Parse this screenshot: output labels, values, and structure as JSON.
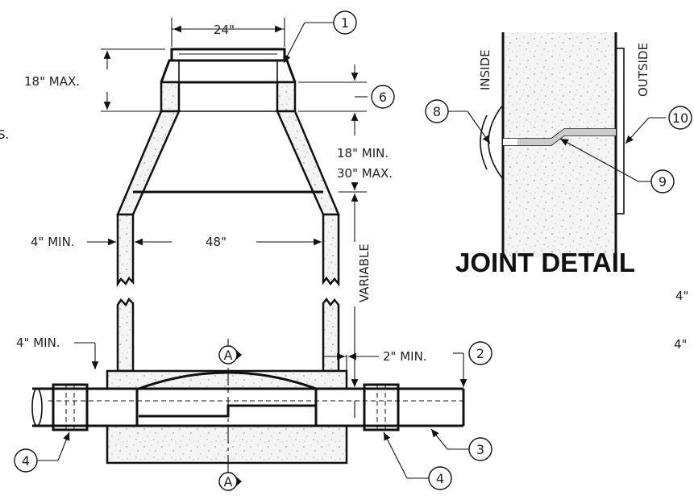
{
  "dimensions": {
    "top_opening": "24\"",
    "cone_height": "18\" MAX.",
    "grade_ring_min": "18\" MIN.",
    "grade_ring_max": "30\" MAX.",
    "wall_thickness": "4\" MIN.",
    "barrel_diameter": "48\"",
    "variable": "VARIABLE",
    "base_thickness": "4\" MIN.",
    "pipe_clearance": "2\" MIN."
  },
  "section_labels": [
    "A",
    "A"
  ],
  "callouts": [
    "1",
    "2",
    "3",
    "4",
    "4",
    "6",
    "8",
    "9",
    "10"
  ],
  "joint_detail": {
    "title": "JOINT DETAIL",
    "inside_label": "INSIDE",
    "outside_label": "OUTSIDE"
  },
  "edge_fragments": {
    "left_clip": "S.",
    "right_clip_1": "4\"",
    "right_clip_2": "4\""
  }
}
